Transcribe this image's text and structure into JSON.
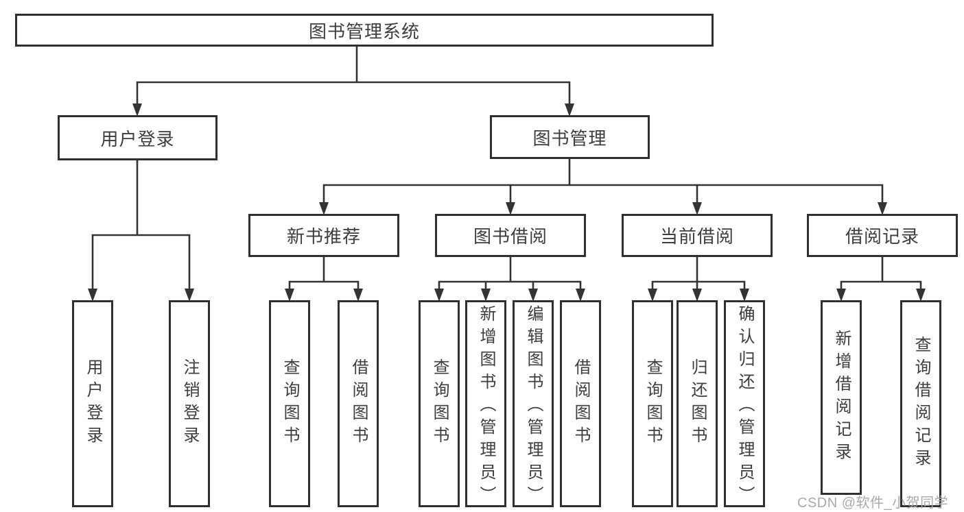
{
  "tree": {
    "label": "图书管理系统",
    "children": [
      {
        "label": "用户登录",
        "children": [
          {
            "label": "用户登录"
          },
          {
            "label": "注销登录"
          }
        ]
      },
      {
        "label": "图书管理",
        "children": [
          {
            "label": "新书推荐",
            "children": [
              {
                "label": "查询图书"
              },
              {
                "label": "借阅图书"
              }
            ]
          },
          {
            "label": "图书借阅",
            "children": [
              {
                "label": "查询图书"
              },
              {
                "label": "新增图书（管理员）"
              },
              {
                "label": "编辑图书（管理员）"
              },
              {
                "label": "借阅图书"
              }
            ]
          },
          {
            "label": "当前借阅",
            "children": [
              {
                "label": "查询图书"
              },
              {
                "label": "归还图书"
              },
              {
                "label": "确认归还（管理员）"
              }
            ]
          },
          {
            "label": "借阅记录",
            "children": [
              {
                "label": "新增借阅记录"
              },
              {
                "label": "查询借阅记录"
              }
            ]
          }
        ]
      }
    ]
  },
  "watermark": {
    "text": "CSDN @软件_小贺同学"
  },
  "colors": {
    "line": "#333333",
    "border": "#2f2f2f",
    "text": "#3d3d3d",
    "watermark": "#a9a9a9",
    "bg": "#ffffff"
  }
}
